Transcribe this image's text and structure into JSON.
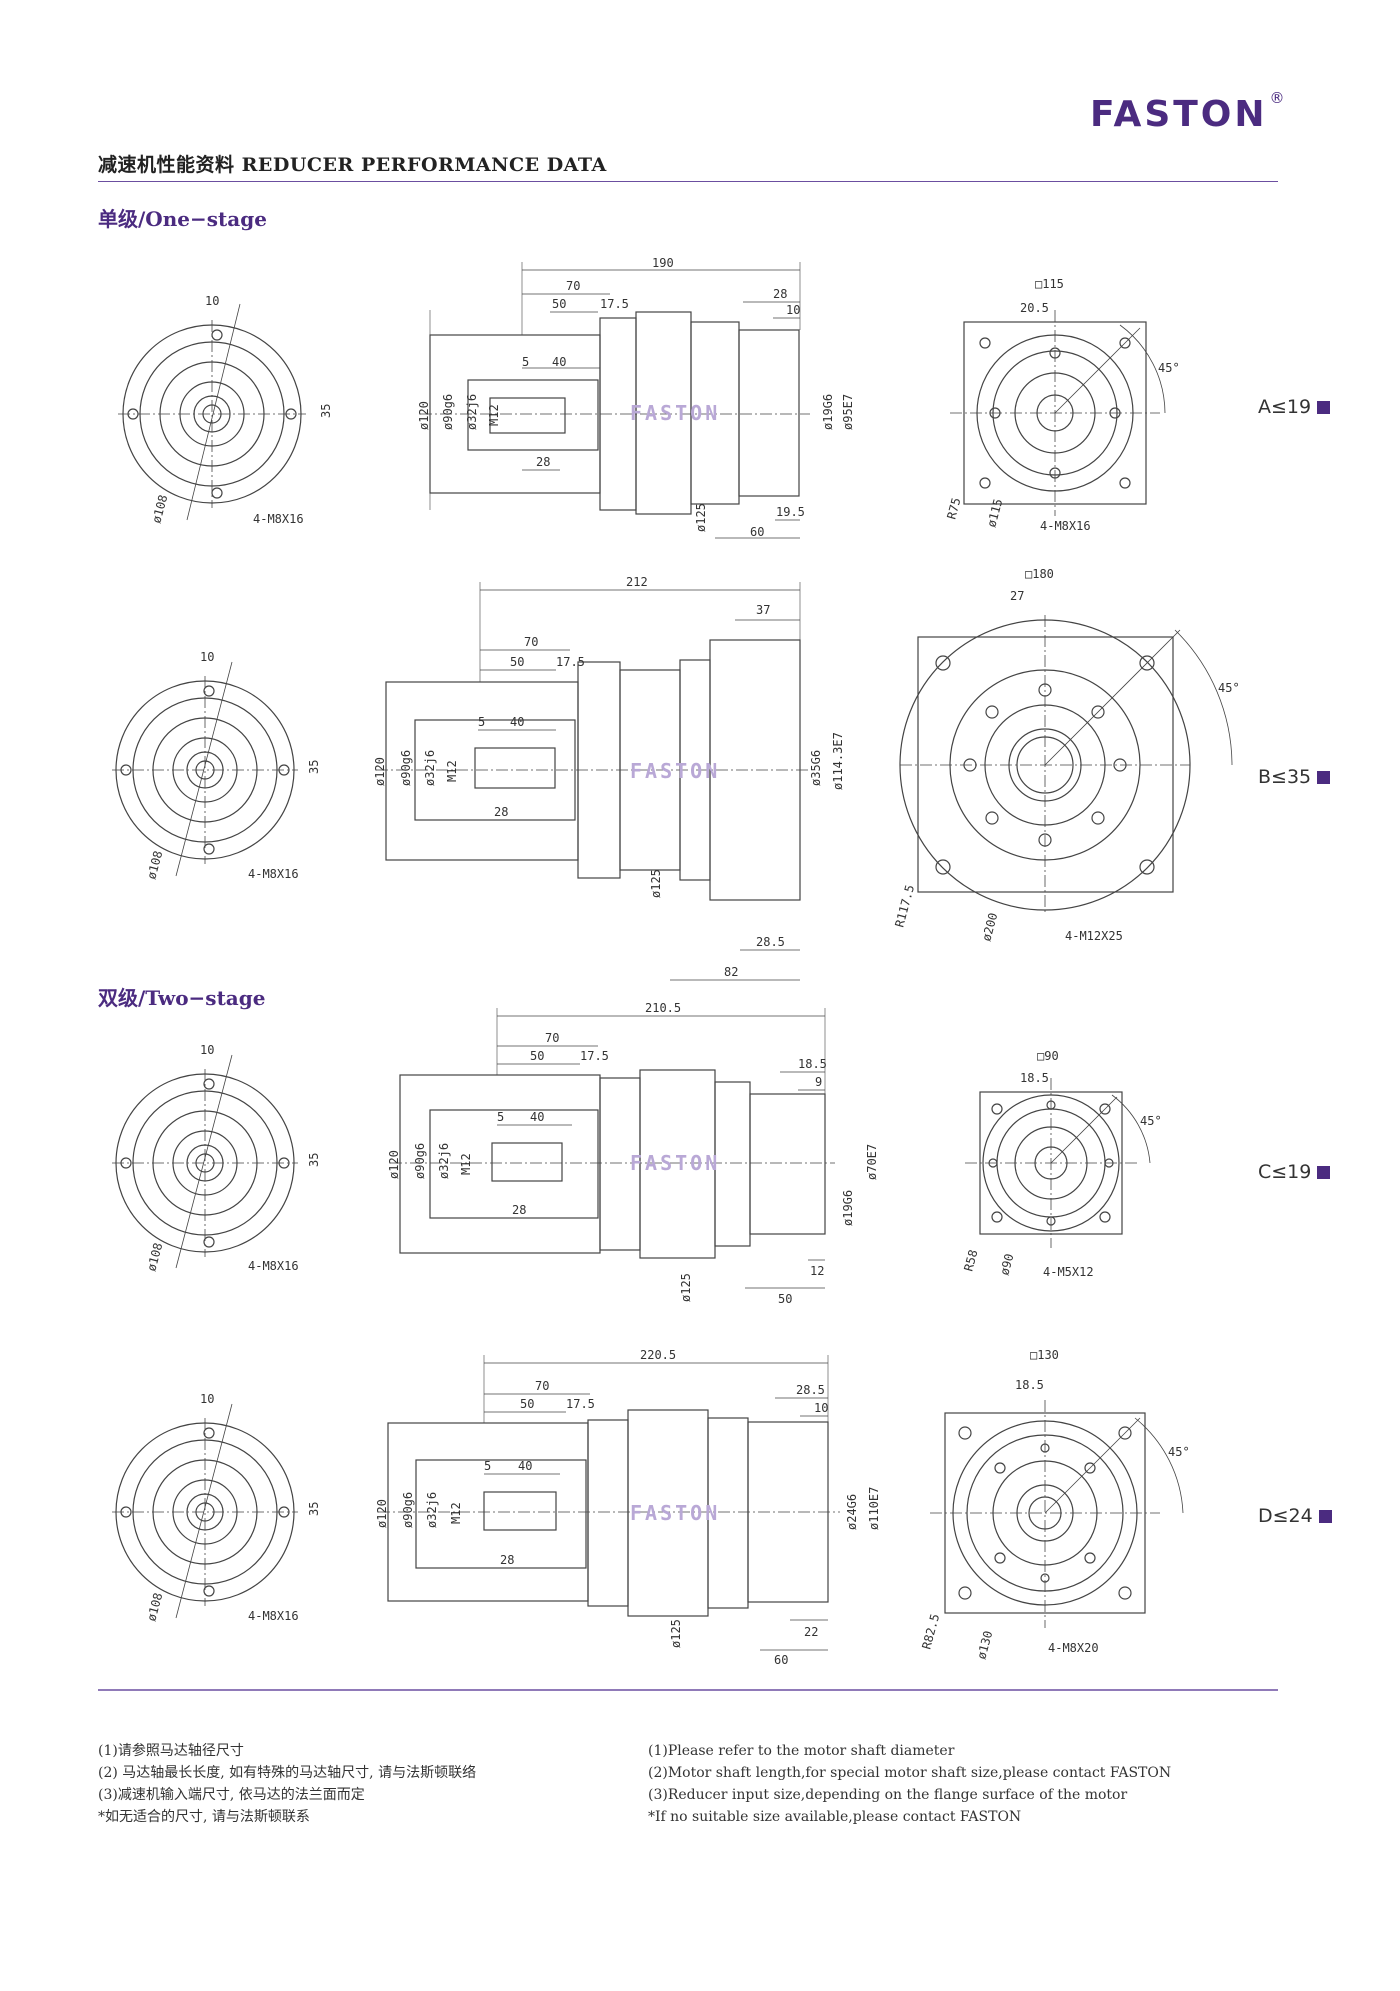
{
  "brand": {
    "name": "FASTON",
    "reg": "®",
    "color": "#4b2b80"
  },
  "title": "减速机性能资料 REDUCER PERFORMANCE DATA",
  "sections": {
    "one_stage": "单级/One−stage",
    "two_stage": "双级/Two−stage"
  },
  "variants": [
    {
      "code": "A≤19",
      "flange": {
        "square": "□115",
        "offset": "20.5",
        "angle": "45°",
        "radius": "R75",
        "pcd": "ø115",
        "holes": "4-M8X16"
      },
      "body": {
        "total": "190",
        "L70": "70",
        "L50": "50",
        "L17": "17.5",
        "L5": "5",
        "L40": "40",
        "L28": "28",
        "d120": "ø120",
        "d90": "ø90g6",
        "d32": "ø32j6",
        "m": "M12",
        "d125": "ø125",
        "right_top1": "28",
        "right_top2": "10",
        "bore": "ø19G6",
        "pilot": "ø95E7",
        "r19": "19.5",
        "r60": "60"
      },
      "front": {
        "w10": "10",
        "h35": "35",
        "pcd": "ø108",
        "holes": "4-M8X16"
      }
    },
    {
      "code": "B≤35",
      "flange": {
        "square": "□180",
        "offset": "27",
        "angle": "45°",
        "radius": "R117.5",
        "pcd": "ø200",
        "holes": "4-M12X25"
      },
      "body": {
        "total": "212",
        "L70": "70",
        "L50": "50",
        "L17": "17.5",
        "L5": "5",
        "L40": "40",
        "L28": "28",
        "d120": "ø120",
        "d90": "ø90g6",
        "d32": "ø32j6",
        "m": "M12",
        "d125": "ø125",
        "right_top1": "37",
        "bore": "ø35G6",
        "pilot": "ø114.3E7",
        "r19": "28.5",
        "r60": "82"
      },
      "front": {
        "w10": "10",
        "h35": "35",
        "pcd": "ø108",
        "holes": "4-M8X16"
      }
    },
    {
      "code": "C≤19",
      "flange": {
        "square": "□90",
        "offset": "18.5",
        "angle": "45°",
        "radius": "R58",
        "pcd": "ø90",
        "holes": "4-M5X12"
      },
      "body": {
        "total": "210.5",
        "L70": "70",
        "L50": "50",
        "L17": "17.5",
        "L5": "5",
        "L40": "40",
        "L28": "28",
        "d120": "ø120",
        "d90": "ø90g6",
        "d32": "ø32j6",
        "m": "M12",
        "d125": "ø125",
        "right_top1": "18.5",
        "right_top2": "9",
        "bore": "ø19G6",
        "pilot": "ø70E7",
        "r19": "12",
        "r60": "50"
      },
      "front": {
        "w10": "10",
        "h35": "35",
        "pcd": "ø108",
        "holes": "4-M8X16"
      }
    },
    {
      "code": "D≤24",
      "flange": {
        "square": "□130",
        "offset": "18.5",
        "angle": "45°",
        "radius": "R82.5",
        "pcd": "ø130",
        "holes": "4-M8X20"
      },
      "body": {
        "total": "220.5",
        "L70": "70",
        "L50": "50",
        "L17": "17.5",
        "L5": "5",
        "L40": "40",
        "L28": "28",
        "d120": "ø120",
        "d90": "ø90g6",
        "d32": "ø32j6",
        "m": "M12",
        "d125": "ø125",
        "right_top1": "28.5",
        "right_top2": "10",
        "bore": "ø24G6",
        "pilot": "ø110E7",
        "r19": "22",
        "r60": "60"
      },
      "front": {
        "w10": "10",
        "h35": "35",
        "pcd": "ø108",
        "holes": "4-M8X16"
      }
    }
  ],
  "notes_cn": [
    "(1)请参照马达轴径尺寸",
    "(2) 马达轴最长长度, 如有特殊的马达轴尺寸, 请与法斯顿联络",
    "(3)减速机输入端尺寸, 依马达的法兰面而定",
    "*如无适合的尺寸, 请与法斯顿联系"
  ],
  "notes_en": [
    "(1)Please refer to the motor shaft diameter",
    "(2)Motor shaft length,for special motor shaft size,please contact FASTON",
    "(3)Reducer input size,depending on the flange surface of the motor",
    "*If no suitable size available,please contact FASTON"
  ]
}
